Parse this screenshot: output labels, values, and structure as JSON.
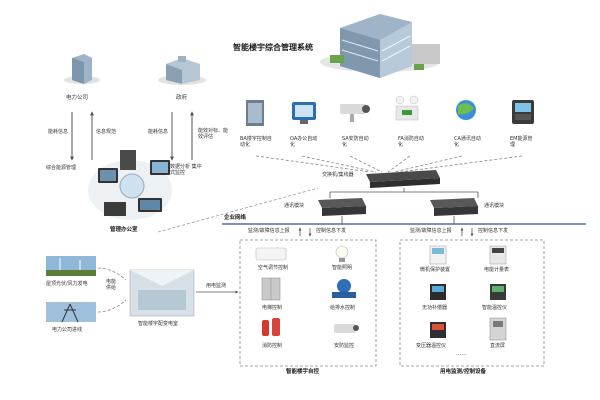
{
  "title": "智能楼宇综合管理系统",
  "top": {
    "power_company": "电力公司",
    "government": "政府",
    "price_info": "能耗信息",
    "info_reg": "信息规范",
    "energy_info": "能耗信息",
    "energy_bench": "能效对标、能效评估",
    "energy_mgmt": "综合能源管理",
    "data_analysis": "数据分析 集中式监控",
    "mgmt_office": "管理办公室"
  },
  "subsystems": [
    {
      "label": "BA楼宇控制自动化",
      "icon": "building-icon"
    },
    {
      "label": "OA办公自动化",
      "icon": "monitor-icon"
    },
    {
      "label": "SA安防自动化",
      "icon": "camera-icon"
    },
    {
      "label": "FA消防自动化",
      "icon": "fire-lamp-icon"
    },
    {
      "label": "CA通讯自动化",
      "icon": "globe-icon"
    },
    {
      "label": "EM能源管理",
      "icon": "meter-icon"
    }
  ],
  "switch_label": "交换机/集线器",
  "comm_module_1": "通讯模块",
  "comm_module_2": "通讯模块",
  "enterprise_net": "企业网络",
  "left_updown": {
    "up": "监测/故障信息上报",
    "down": "控制信息下发"
  },
  "right_updown": {
    "up": "监测/故障信息上报",
    "down": "控制信息下发"
  },
  "smart_devices": [
    {
      "label": "空气调节控制"
    },
    {
      "label": "智能照明"
    },
    {
      "label": "电梯控制"
    },
    {
      "label": "给排水控制"
    },
    {
      "label": "消防控制"
    },
    {
      "label": "安防监控"
    }
  ],
  "smart_group": "智能楼宇自控",
  "monitor_devices": [
    {
      "label": "微机保护装置"
    },
    {
      "label": "电能计量表"
    },
    {
      "label": "无功补偿器"
    },
    {
      "label": "智能温控仪"
    },
    {
      "label": "变压器温控仪"
    },
    {
      "label": "直流屏"
    }
  ],
  "monitor_group": "用电监测/控制设备",
  "ellipsis": "......",
  "left_sources": {
    "pv": "屋顶光伏/风力发电",
    "grid": "电力公司进线",
    "power_supply": "电能供给",
    "substation": "智能楼宇配变电室",
    "power_monitor": "用电监测"
  }
}
